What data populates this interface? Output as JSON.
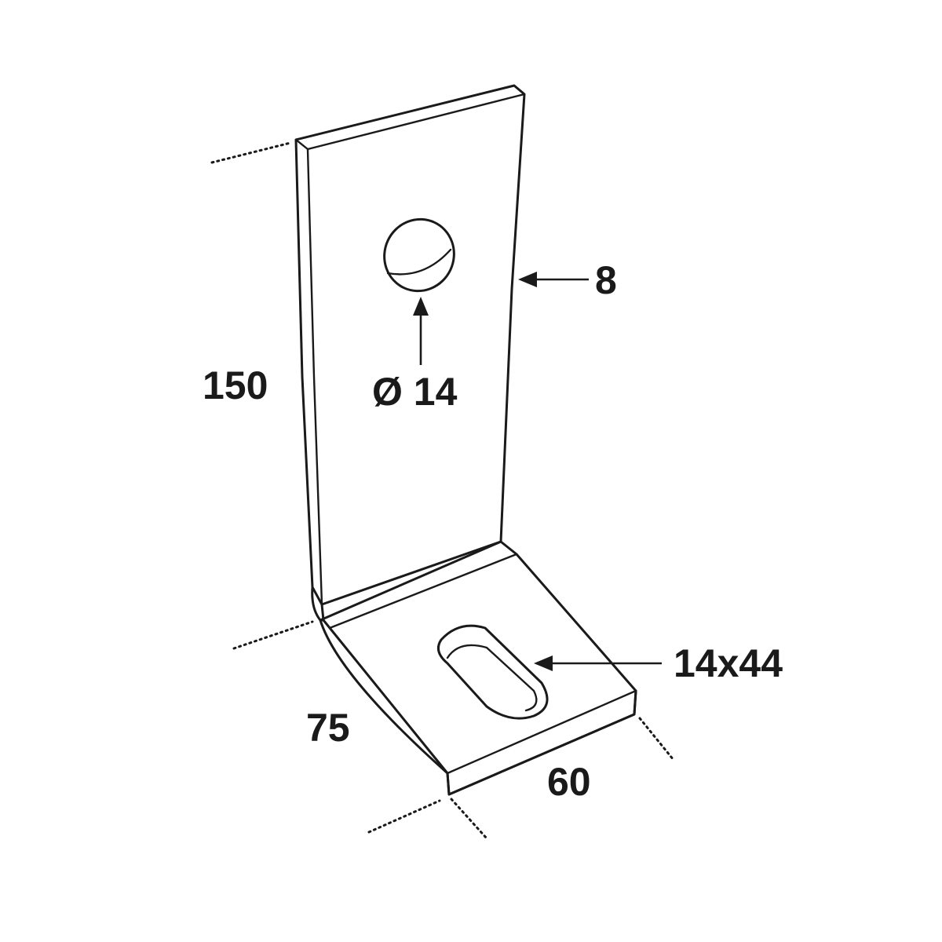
{
  "dimensions": {
    "height": "150",
    "thickness": "8",
    "hole_diameter": "Ø 14",
    "slot_size": "14x44",
    "depth": "75",
    "width": "60"
  },
  "colors": {
    "line": "#1a1a1a",
    "background": "#ffffff"
  }
}
